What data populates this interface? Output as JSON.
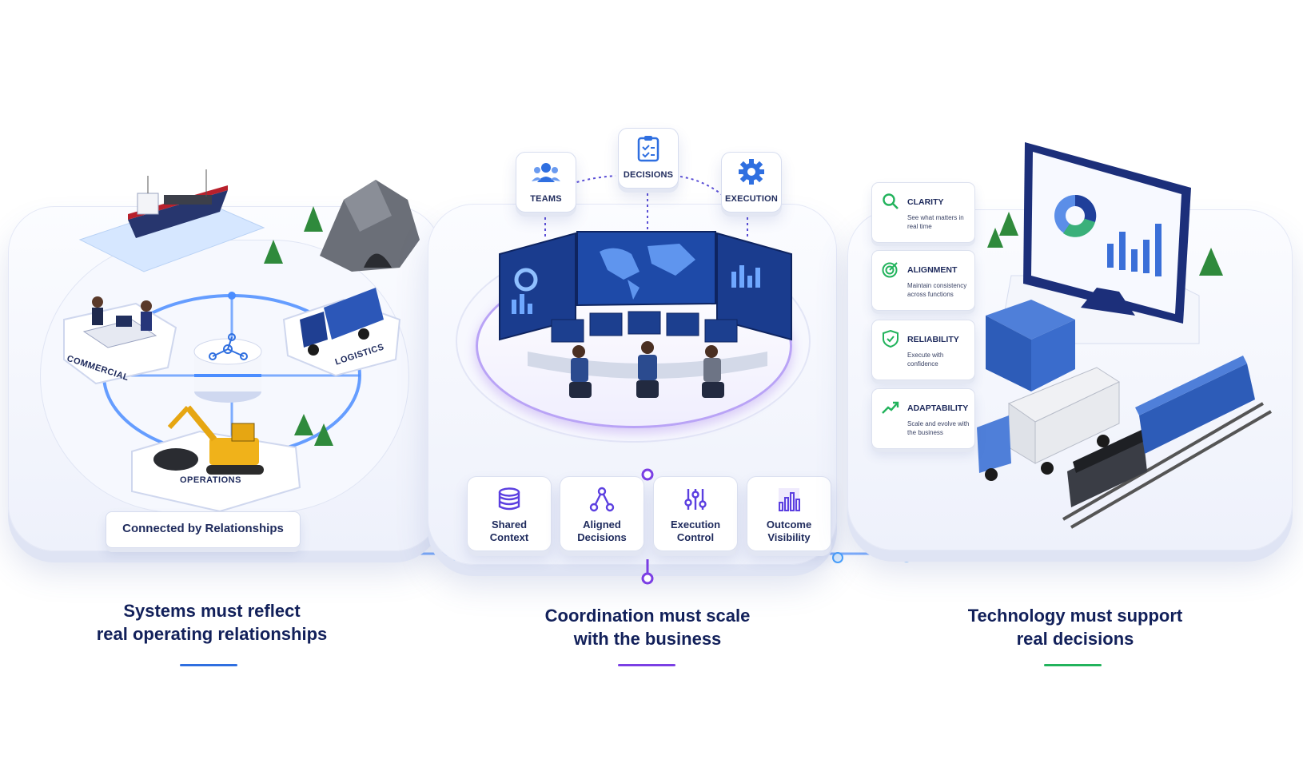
{
  "colors": {
    "navy": "#12205a",
    "blue_accent": "#2f6fe0",
    "purple_accent": "#7b3fe4",
    "green_accent": "#22b35c",
    "platform": "#eef1fb"
  },
  "left": {
    "nodes": [
      "COMMERCIAL",
      "LOGISTICS",
      "OPERATIONS"
    ],
    "hub_icon": "network-hub-icon",
    "badge": "Connected by Relationships",
    "caption_line1": "Systems must reflect",
    "caption_line2": "real operating relationships"
  },
  "center": {
    "top_chips": [
      {
        "label": "TEAMS",
        "icon": "teams-icon"
      },
      {
        "label": "DECISIONS",
        "icon": "clipboard-check-icon"
      },
      {
        "label": "EXECUTION",
        "icon": "gear-icon"
      }
    ],
    "features": [
      {
        "line1": "Shared",
        "line2": "Context",
        "icon": "database-icon"
      },
      {
        "line1": "Aligned",
        "line2": "Decisions",
        "icon": "branch-icon"
      },
      {
        "line1": "Execution",
        "line2": "Control",
        "icon": "sliders-icon"
      },
      {
        "line1": "Outcome",
        "line2": "Visibility",
        "icon": "bar-chart-icon"
      }
    ],
    "caption_line1": "Coordination must scale",
    "caption_line2": "with the business"
  },
  "right": {
    "cards": [
      {
        "title": "CLARITY",
        "desc": "See what matters in real time",
        "icon": "search-icon"
      },
      {
        "title": "ALIGNMENT",
        "desc": "Maintain consistency across functions",
        "icon": "target-icon"
      },
      {
        "title": "RELIABILITY",
        "desc": "Execute with confidence",
        "icon": "shield-check-icon"
      },
      {
        "title": "ADAPTABILITY",
        "desc": "Scale and evolve with the business",
        "icon": "trend-up-icon"
      }
    ],
    "caption_line1": "Technology must support",
    "caption_line2": "real decisions"
  }
}
